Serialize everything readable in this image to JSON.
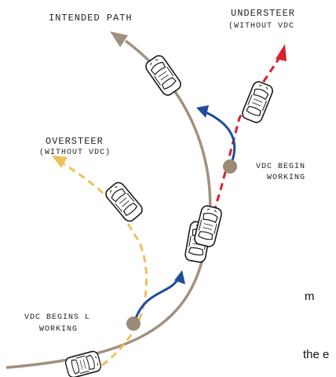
{
  "labels": {
    "intended_path": "INTENDED PATH",
    "understeer_title": "UNDERSTEER",
    "understeer_sub": "(WITHOUT VDC",
    "oversteer_title": "OVERSTEER",
    "oversteer_sub": "(WITHOUT VDC)",
    "vdc_upper_line1": "VDC BEGIN",
    "vdc_upper_line2": "WORKING",
    "vdc_lower_line1": "VDC BEGINS L",
    "vdc_lower_line2": "WORKING"
  },
  "fragments": {
    "right_m": "m",
    "right_the_e": "the e"
  },
  "colors": {
    "intended_path": "#a0917e",
    "understeer_path": "#d9202e",
    "oversteer_path": "#f0bf5a",
    "correction_arrow": "#1e4d9b",
    "vdc_point": "#9a8b76",
    "car_body": "#ffffff",
    "car_outline": "#1a1a1a"
  },
  "icons": {
    "car": "car-icon",
    "vdc_marker": "vdc-point-marker"
  }
}
